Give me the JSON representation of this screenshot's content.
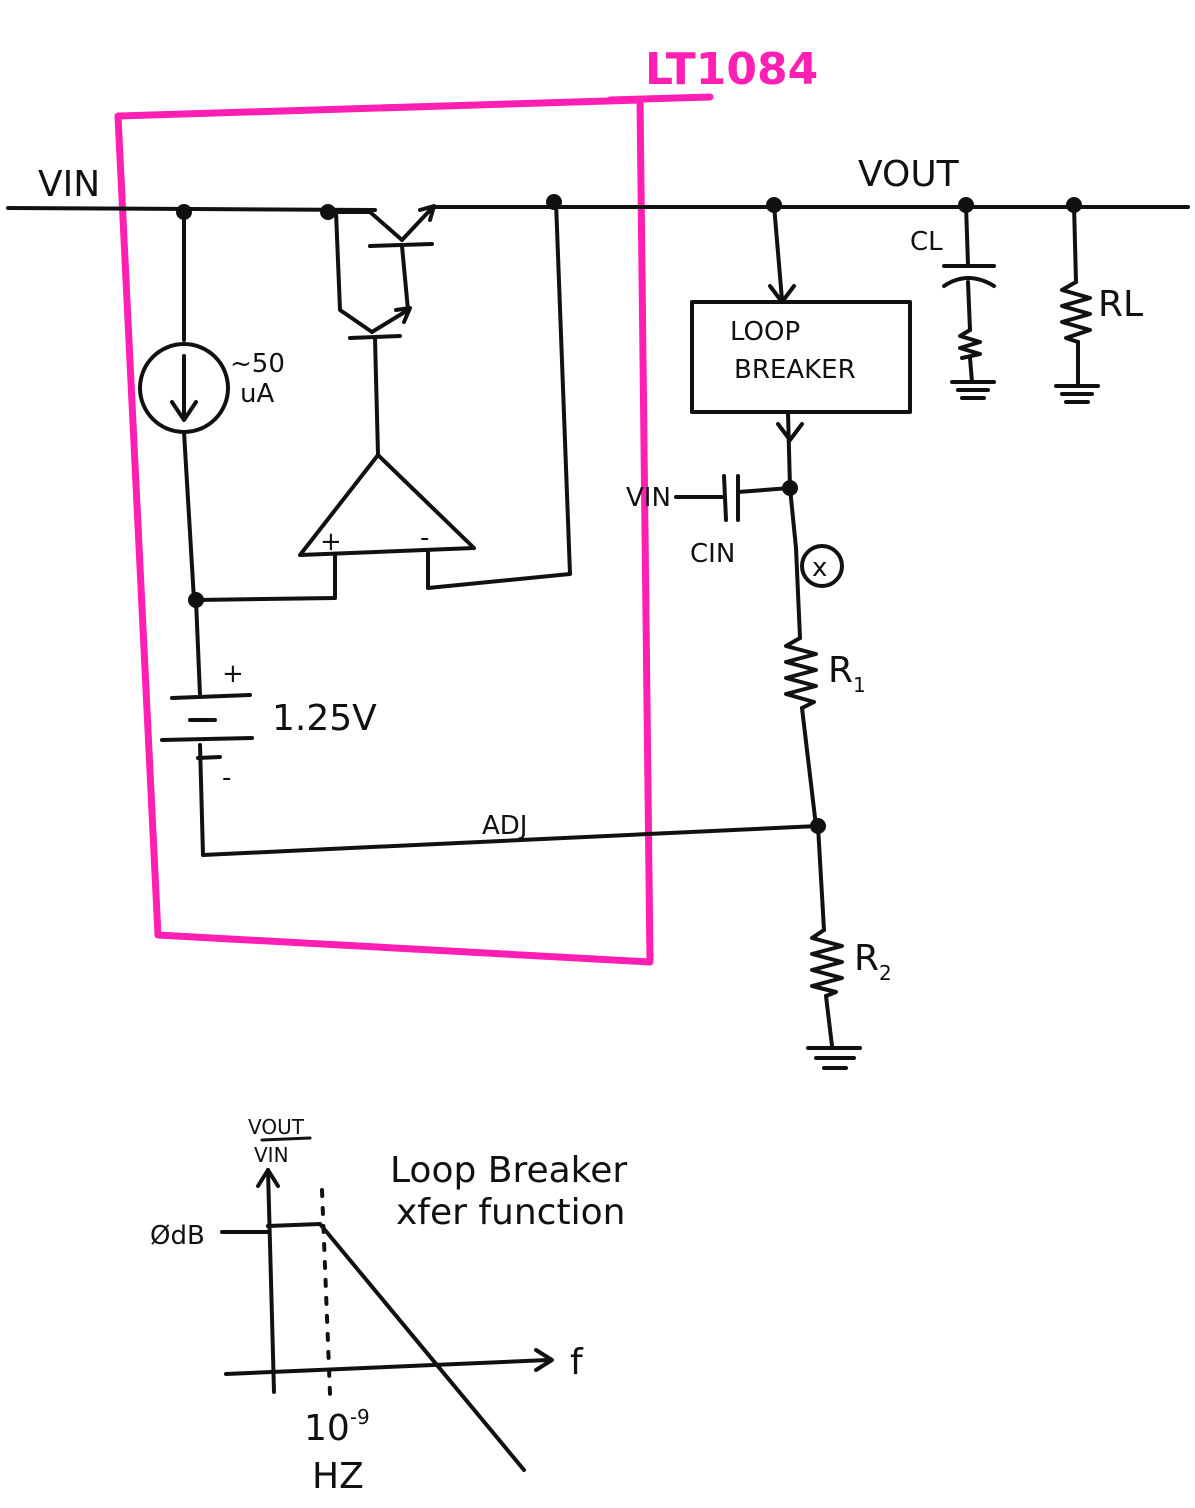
{
  "colors": {
    "ink": "#111111",
    "outline": "#ff1fb3",
    "paper": "#ffffff"
  },
  "schematic": {
    "chip_label": "LT1084",
    "vin_label": "VIN",
    "vout_label": "VOUT",
    "current_source_value": "~50",
    "current_source_unit": "uA",
    "reference_plus": "+",
    "reference_minus": "-",
    "reference_voltage": "1.25V",
    "opamp_plus": "+",
    "opamp_minus": "-",
    "loop_breaker_line1": "LOOP",
    "loop_breaker_line2": "BREAKER",
    "cin_vin_label": "VIN",
    "cin_label": "CIN",
    "test_point": "x",
    "r1_label": "R",
    "r1_sub": "1",
    "r2_label": "R",
    "r2_sub": "2",
    "adj_label": "ADJ",
    "cl_label": "CL",
    "rl_label": "RL"
  },
  "transfer_plot": {
    "y_label_num": "VOUT",
    "y_label_den": "VIN",
    "level_label": "ØdB",
    "x_label": "f",
    "corner_base": "10",
    "corner_exp": "-9",
    "corner_unit": "HZ",
    "title_line1": "Loop Breaker",
    "title_line2": "xfer function"
  }
}
